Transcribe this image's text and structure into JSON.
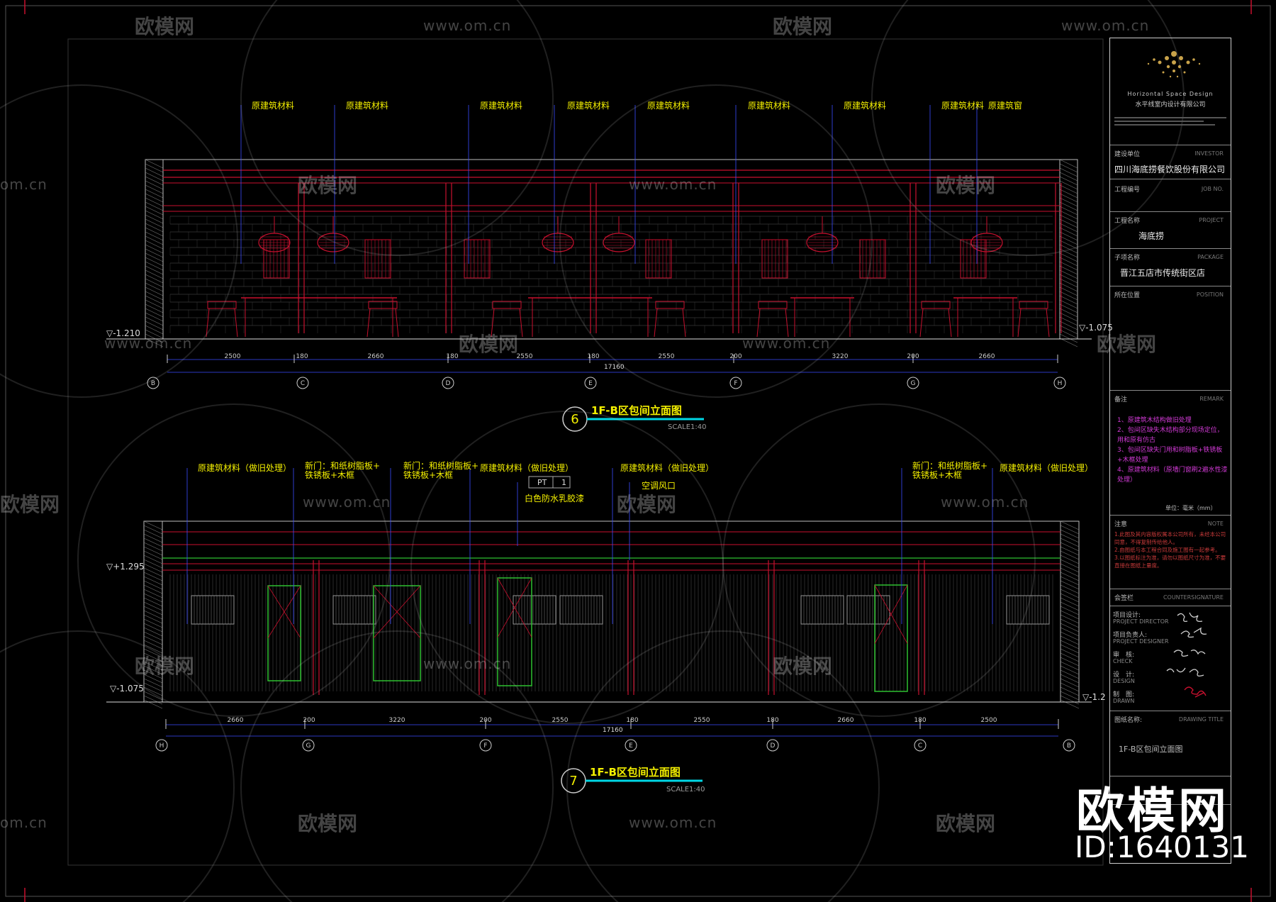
{
  "drawing_6": {
    "number": "6",
    "title": "1F-B区包间立面图",
    "scale": "SCALE1:40",
    "callouts": [
      "原建筑材料",
      "原建筑材料",
      "原建筑材料",
      "原建筑材料",
      "原建筑材料",
      "原建筑材料",
      "原建筑材料",
      "原建筑材料",
      "原建筑窗"
    ],
    "levels": {
      "left": "▽-1.210",
      "right": "▽-1.075"
    },
    "dims": [
      "2500",
      "180",
      "2660",
      "180",
      "2550",
      "180",
      "2550",
      "200",
      "3220",
      "200",
      "2660"
    ],
    "total": "17160",
    "grid": [
      "B",
      "C",
      "D",
      "E",
      "F",
      "G",
      "H"
    ]
  },
  "drawing_7": {
    "number": "7",
    "title": "1F-B区包间立面图",
    "scale": "SCALE1:40",
    "callouts": [
      "原建筑材料（做旧处理）",
      "新门：和纸树脂板+\n铁锈板+木框",
      "新门：和纸树脂板+\n铁锈板+木框",
      "原建筑材料（做旧处理）",
      "原建筑材料（做旧处理）",
      "新门：和纸树脂板+\n铁锈板+木框",
      "原建筑材料（做旧处理）"
    ],
    "pt_tag": {
      "code": "PT",
      "num": "1"
    },
    "paint_label": "白色防水乳胶漆",
    "vent_label": "空调风口",
    "levels": {
      "top": "▽+1.295",
      "left": "▽-1.075",
      "right": "▽-1.2"
    },
    "dims": [
      "2660",
      "200",
      "3220",
      "200",
      "2550",
      "180",
      "2550",
      "180",
      "2660",
      "180",
      "2500"
    ],
    "total": "17160",
    "grid": [
      "H",
      "G",
      "F",
      "E",
      "D",
      "C",
      "B"
    ]
  },
  "title_block": {
    "company_en": "Horizontal Space Design",
    "company_cn": "水平线室内设计有限公司",
    "investor_label": "建设单位",
    "investor_en": "INVESTOR",
    "investor_value": "四川海底捞餐饮股份有限公司",
    "job_label": "工程编号",
    "job_en": "JOB NO.",
    "project_label": "工程名称",
    "project_en": "PROJECT",
    "project_value": "海底捞",
    "package_label": "子项名称",
    "package_en": "PACKAGE",
    "package_value": "晋江五店市传统街区店",
    "position_label": "所在位置",
    "position_en": "POSITION",
    "remark_label": "备注",
    "remark_en": "REMARK",
    "remarks": [
      "1、原建筑木结构做旧处理",
      "2、包间区缺失木结构部分现场定位，用和原有仿古",
      "3、包间区缺失门用和树脂板+铁锈板+木框处理",
      "4、原建筑材料（原墙门窗刷2遍水性漆处理）"
    ],
    "unit_note": "单位：毫米（mm）",
    "note_label": "注意",
    "note_en": "NOTE",
    "notes": [
      "1.此图及其内容版权属本公司所有，未经本公司同意，不得复制传给他人。",
      "2.由图纸与本工程合同及施工图有一起参考。",
      "3.以图纸标注为准，请勿以图纸尺寸为准，不要直接在图纸上量度。"
    ],
    "sign_label": "会签栏",
    "sign_en": "COUNTERSIGNATURE",
    "roles": [
      {
        "cn": "项目设计:",
        "en": "PROJECT DIRECTOR"
      },
      {
        "cn": "项目负责人:",
        "en": "PROJECT DESIGNER"
      },
      {
        "cn": "审　核:",
        "en": "CHECK"
      },
      {
        "cn": "设　计:",
        "en": "DESIGN"
      },
      {
        "cn": "制　图:",
        "en": "DRAWN"
      }
    ],
    "drawing_title_label": "图纸名称:",
    "drawing_title_en": "DRAWING TITLE",
    "drawing_title_value": "1F-B区包间立面图"
  },
  "watermark": {
    "brand": "欧模网",
    "url": "www.om.cn",
    "url_short": "om.cn",
    "id": "ID:1640131"
  },
  "colors": {
    "bg": "#000000",
    "red": "#c8102e",
    "yellow": "#f4f000",
    "blue": "#3a4bff",
    "cyan": "#00d7e6",
    "green": "#2ec030",
    "magenta": "#d23ad6"
  }
}
